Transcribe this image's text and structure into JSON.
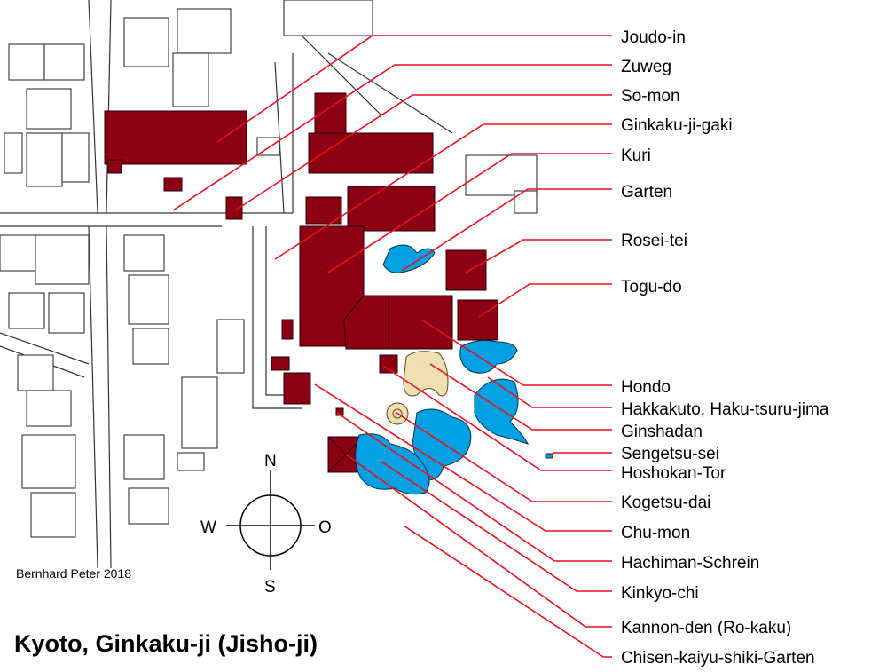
{
  "title": "Kyoto, Ginkaku-ji (Jisho-ji)",
  "credit": "Bernhard Peter 2018",
  "compass": {
    "n": "N",
    "s": "S",
    "w": "W",
    "o": "O"
  },
  "colors": {
    "building": "#8b0013",
    "water": "#00a0e3",
    "sand": "#eee0b0",
    "leader": "#e8101c"
  },
  "labels": [
    "Joudo-in",
    "Zuweg",
    "So-mon",
    "Ginkaku-ji-gaki",
    "Kuri",
    "Garten",
    "Rosei-tei",
    "Togu-do",
    "Hondo",
    "Hakkakuto, Haku-tsuru-jima",
    "Ginshadan",
    "Sengetsu-sei",
    "Hoshokan-Tor",
    "Kogetsu-dai",
    "Chu-mon",
    "Hachiman-Schrein",
    "Kinkyo-chi",
    "Kannon-den (Ro-kaku)",
    "Chisen-kaiyu-shiki-Garten"
  ]
}
